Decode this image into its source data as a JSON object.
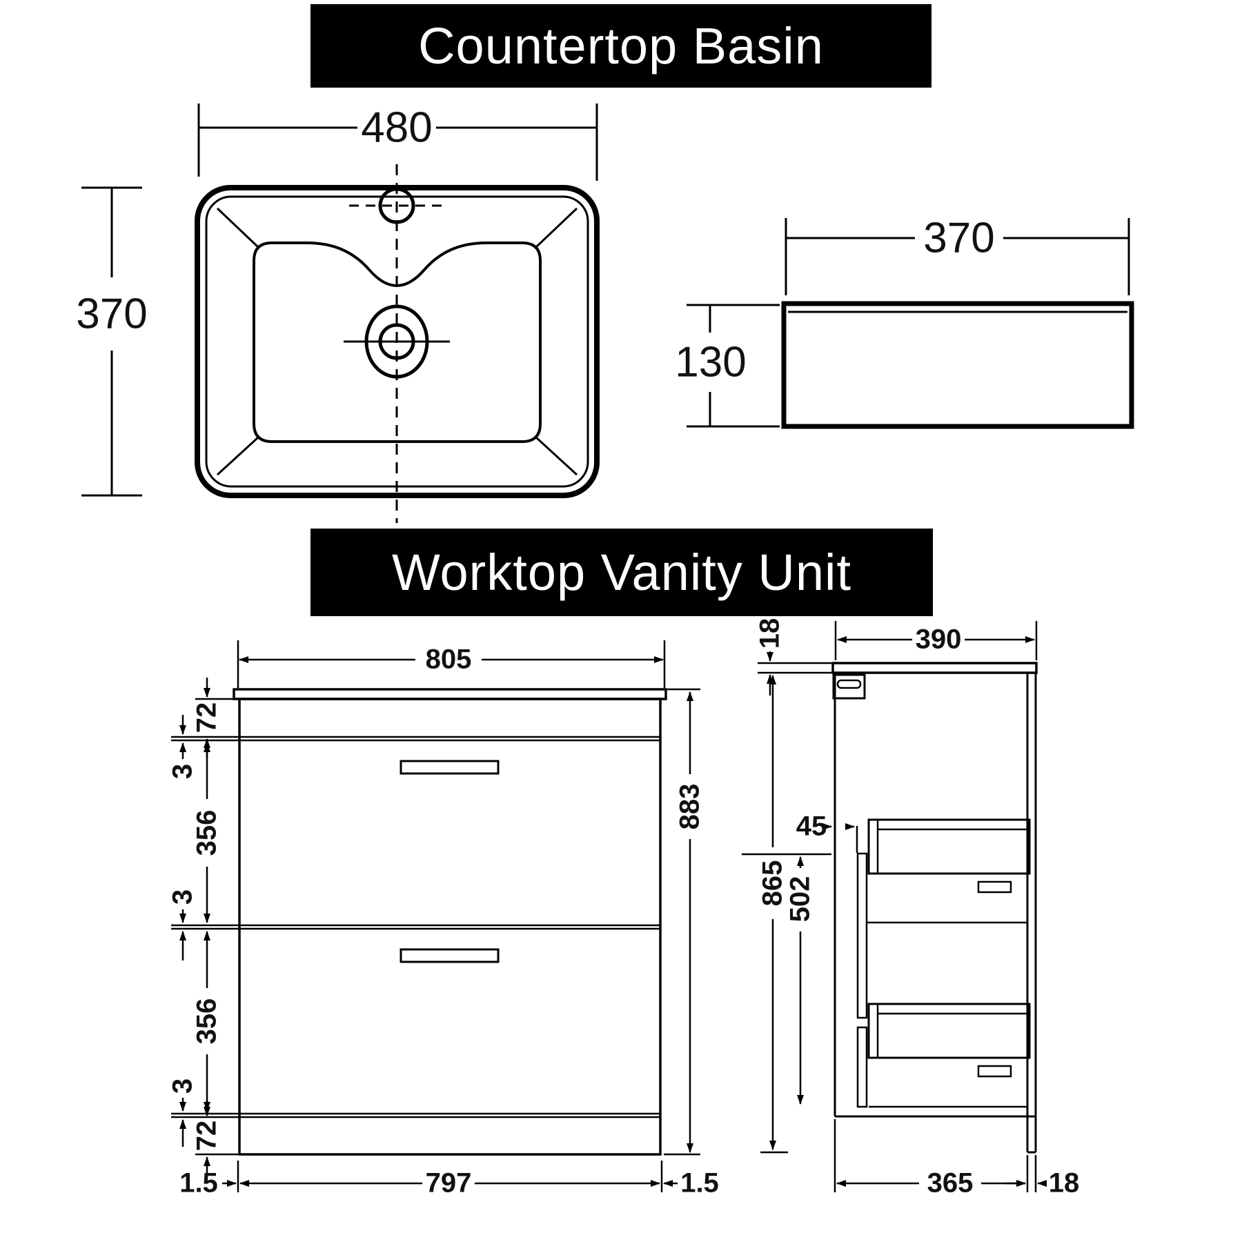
{
  "banners": {
    "countertop": "Countertop Basin",
    "worktop": "Worktop Vanity Unit"
  },
  "basin_top_view": {
    "width": "480",
    "depth": "370"
  },
  "basin_side_view": {
    "width": "370",
    "height": "130"
  },
  "vanity_front_view": {
    "width": "805",
    "height": "883",
    "top_rail": "72",
    "gap_1": "3",
    "drawer_1": "356",
    "gap_2": "3",
    "drawer_2": "356",
    "gap_3": "3",
    "plinth": "72",
    "overhang_left": "1.5",
    "carcass_width": "797",
    "overhang_right": "1.5"
  },
  "vanity_side_view": {
    "worktop_thickness": "18",
    "depth": "390",
    "drawer_clearance": "45",
    "height": "865",
    "drawer_zone_height": "502",
    "carcass_depth": "365",
    "back_panel_thickness": "18"
  },
  "colors": {
    "line": "#000000",
    "banner_background": "#000000",
    "banner_text": "#ffffff",
    "page_background": "#ffffff"
  }
}
